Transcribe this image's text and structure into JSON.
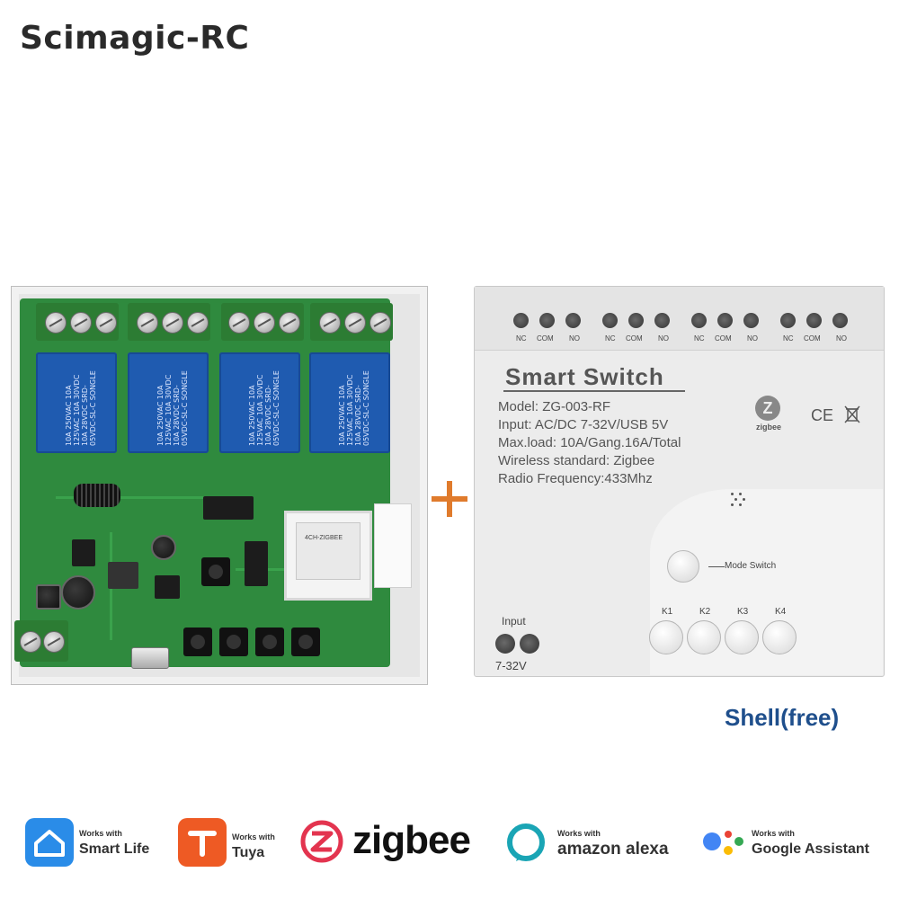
{
  "brand": "Scimagic-RC",
  "board": {
    "relay_label": "10A 250VAC 10A 125VAC 10A 30VDC 10A 28VDC SRD-05VDC-SL-C SONGLE",
    "module_label": "4CH-ZIGBEE"
  },
  "enclosure": {
    "pin_labels": [
      "NC",
      "COM",
      "NO",
      "NC",
      "COM",
      "NO",
      "NC",
      "COM",
      "NO",
      "NC",
      "COM",
      "NO"
    ],
    "title": "Smart  Switch",
    "specs": [
      "Model:  ZG-003-RF",
      "Input:  AC/DC 7-32V/USB 5V",
      "Max.load:  10A/Gang.16A/Total",
      "Wireless standard:  Zigbee",
      "Radio Frequency:433Mhz"
    ],
    "zigbee_badge": "zigbee",
    "ce_mark": "CE",
    "mode_switch_label": "Mode Switch",
    "key_labels": [
      "K1",
      "K2",
      "K3",
      "K4"
    ],
    "input_label": "Input",
    "voltage_label": "7-32V"
  },
  "shell_label": "Shell(free)",
  "badges": {
    "smart_life": {
      "small": "Works with",
      "big": "Smart Life",
      "icon": "smart-life-house-icon",
      "color": "#2a8ce8"
    },
    "tuya": {
      "small": "Works with",
      "big": "Tuya",
      "icon": "tuya-t-icon",
      "color": "#ee5a24"
    },
    "zigbee": {
      "word": "zigbee",
      "icon": "zigbee-z-icon",
      "color": "#e3344f"
    },
    "alexa": {
      "small": "Works with",
      "big": "amazon alexa",
      "icon": "alexa-ring-icon",
      "color": "#1aa5b5"
    },
    "google": {
      "small": "Works with",
      "big": "Google Assistant",
      "icon": "google-assistant-dots-icon",
      "colors": [
        "#4285f4",
        "#ea4335",
        "#fbbc05",
        "#34a853"
      ]
    }
  }
}
